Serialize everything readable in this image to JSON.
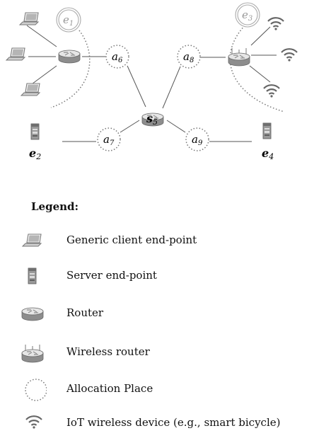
{
  "nodes": {
    "e1": {
      "base": "e",
      "sub": "1"
    },
    "e2": {
      "base": "e",
      "sub": "2"
    },
    "e3": {
      "base": "e",
      "sub": "3"
    },
    "e4": {
      "base": "e",
      "sub": "4"
    },
    "s5": {
      "base": "s",
      "sub": "5"
    },
    "a6": {
      "base": "a",
      "sub": "6"
    },
    "a7": {
      "base": "a",
      "sub": "7"
    },
    "a8": {
      "base": "a",
      "sub": "8"
    },
    "a9": {
      "base": "a",
      "sub": "9"
    }
  },
  "legend": {
    "title": "Legend:",
    "items": [
      {
        "icon": "laptop-icon",
        "label": "Generic client end-point"
      },
      {
        "icon": "server-icon",
        "label": "Server end-point"
      },
      {
        "icon": "router-icon",
        "label": "Router"
      },
      {
        "icon": "wireless-router-icon",
        "label": "Wireless router"
      },
      {
        "icon": "allocation-place-icon",
        "label": "Allocation Place"
      },
      {
        "icon": "wifi-icon",
        "label": "IoT wireless device (e.g., smart bicycle)"
      }
    ]
  },
  "colors": {
    "line": "#555555",
    "router_top": "#e0e0e0",
    "router_body": "#8a8a8a",
    "server": "#8c8c8c",
    "laptop": "#999999",
    "dots": "#777777"
  }
}
